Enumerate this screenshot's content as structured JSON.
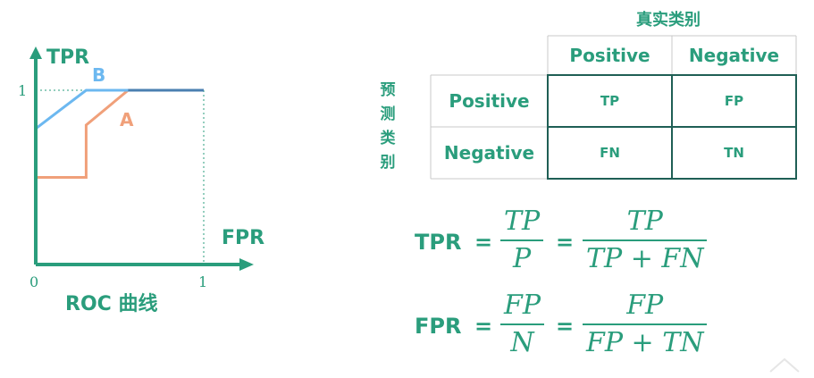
{
  "roc": {
    "y_axis_label": "TPR",
    "x_axis_label": "FPR",
    "origin_label": "0",
    "x_tick_one": "1",
    "y_tick_one": "1",
    "caption": "ROC 曲线",
    "curve_a_label": "A",
    "curve_b_label": "B",
    "colors": {
      "axis": "#2a9d7c",
      "curve_a": "#f0a07a",
      "curve_b": "#6cb8f0",
      "top": "#4a7fb0"
    },
    "curve_a_points": [
      [
        0,
        0.5
      ],
      [
        0.3,
        0.5
      ],
      [
        0.3,
        0.8
      ],
      [
        0.55,
        1
      ],
      [
        1,
        1
      ]
    ],
    "curve_b_points": [
      [
        0,
        0.78
      ],
      [
        0.3,
        1
      ],
      [
        1,
        1
      ]
    ]
  },
  "matrix": {
    "actual_title": "真实类别",
    "predicted_title_chars": [
      "预",
      "测",
      "类",
      "别"
    ],
    "col_headers": [
      "Positive",
      "Negative"
    ],
    "row_headers": [
      "Positive",
      "Negative"
    ],
    "cells": [
      [
        "TP",
        "FP"
      ],
      [
        "FN",
        "TN"
      ]
    ]
  },
  "formulas": {
    "tpr": {
      "label": "TPR",
      "eq": "=",
      "num1": "TP",
      "den1": "P",
      "num2": "TP",
      "den2": "TP + FN"
    },
    "fpr": {
      "label": "FPR",
      "eq": "=",
      "num1": "FP",
      "den1": "N",
      "num2": "FP",
      "den2": "FP + TN"
    }
  }
}
